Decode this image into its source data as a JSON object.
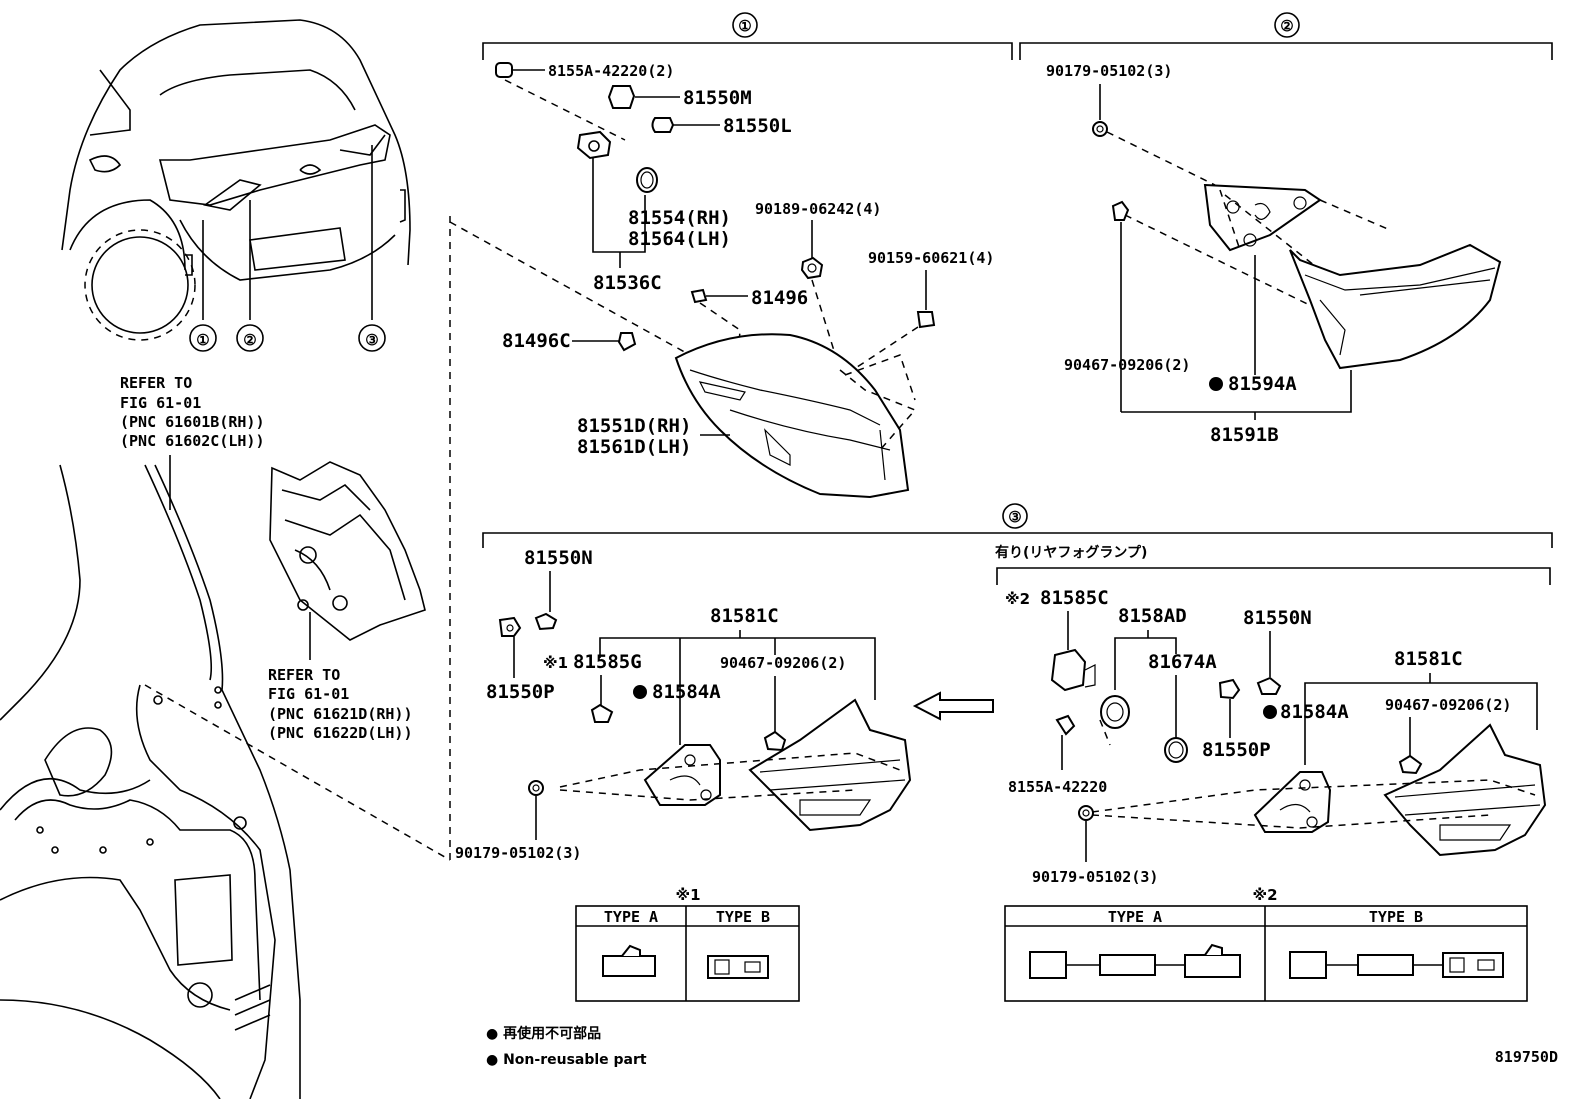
{
  "sections": {
    "s1": "①",
    "s2": "②",
    "s3": "③"
  },
  "vehicle": {
    "callouts": [
      "①",
      "②",
      "③"
    ]
  },
  "refs": {
    "ref1": [
      "REFER TO",
      "FIG 61-01",
      "(PNC 61601B(RH))",
      "(PNC 61602C(LH))"
    ],
    "ref2": [
      "REFER TO",
      "FIG 61-01",
      "(PNC 61621D(RH))",
      "(PNC 61622D(LH))"
    ]
  },
  "group1": {
    "p1": "8155A-42220(2)",
    "p2": "81550M",
    "p3": "81550L",
    "p4": "81554(RH)",
    "p5": "81564(LH)",
    "p6": "81536C",
    "p7": "90189-06242(4)",
    "p8": "90159-60621(4)",
    "p9": "81496",
    "p10": "81496C",
    "p11": "81551D(RH)",
    "p12": "81561D(LH)"
  },
  "group2": {
    "p1": "90179-05102(3)",
    "p2": "90467-09206(2)",
    "p3": "81594A",
    "p4": "81591B"
  },
  "group3": {
    "left": {
      "p1": "81550N",
      "p2": "81550P",
      "p3": "81581C",
      "p4": "※1",
      "p5": "81585G",
      "p6": "81584A",
      "p7": "90467-09206(2)",
      "p8": "90179-05102(3)"
    },
    "fog_heading": "有り(リヤフォグランプ)",
    "right": {
      "p1": "※2",
      "p2": "81585C",
      "p3": "8158AD",
      "p4": "81674A",
      "p5": "81550N",
      "p6": "81550P",
      "p7": "81581C",
      "p8": "81584A",
      "p9": "90467-09206(2)",
      "p10": "8155A-42220",
      "p11": "90179-05102(3)"
    }
  },
  "table1": {
    "title": "※1",
    "col_a": "TYPE A",
    "col_b": "TYPE B"
  },
  "table2": {
    "title": "※2",
    "col_a": "TYPE A",
    "col_b": "TYPE B"
  },
  "legend": {
    "jp": "● 再使用不可部品",
    "en": "● Non-reusable part"
  },
  "figure_id": "819750D"
}
